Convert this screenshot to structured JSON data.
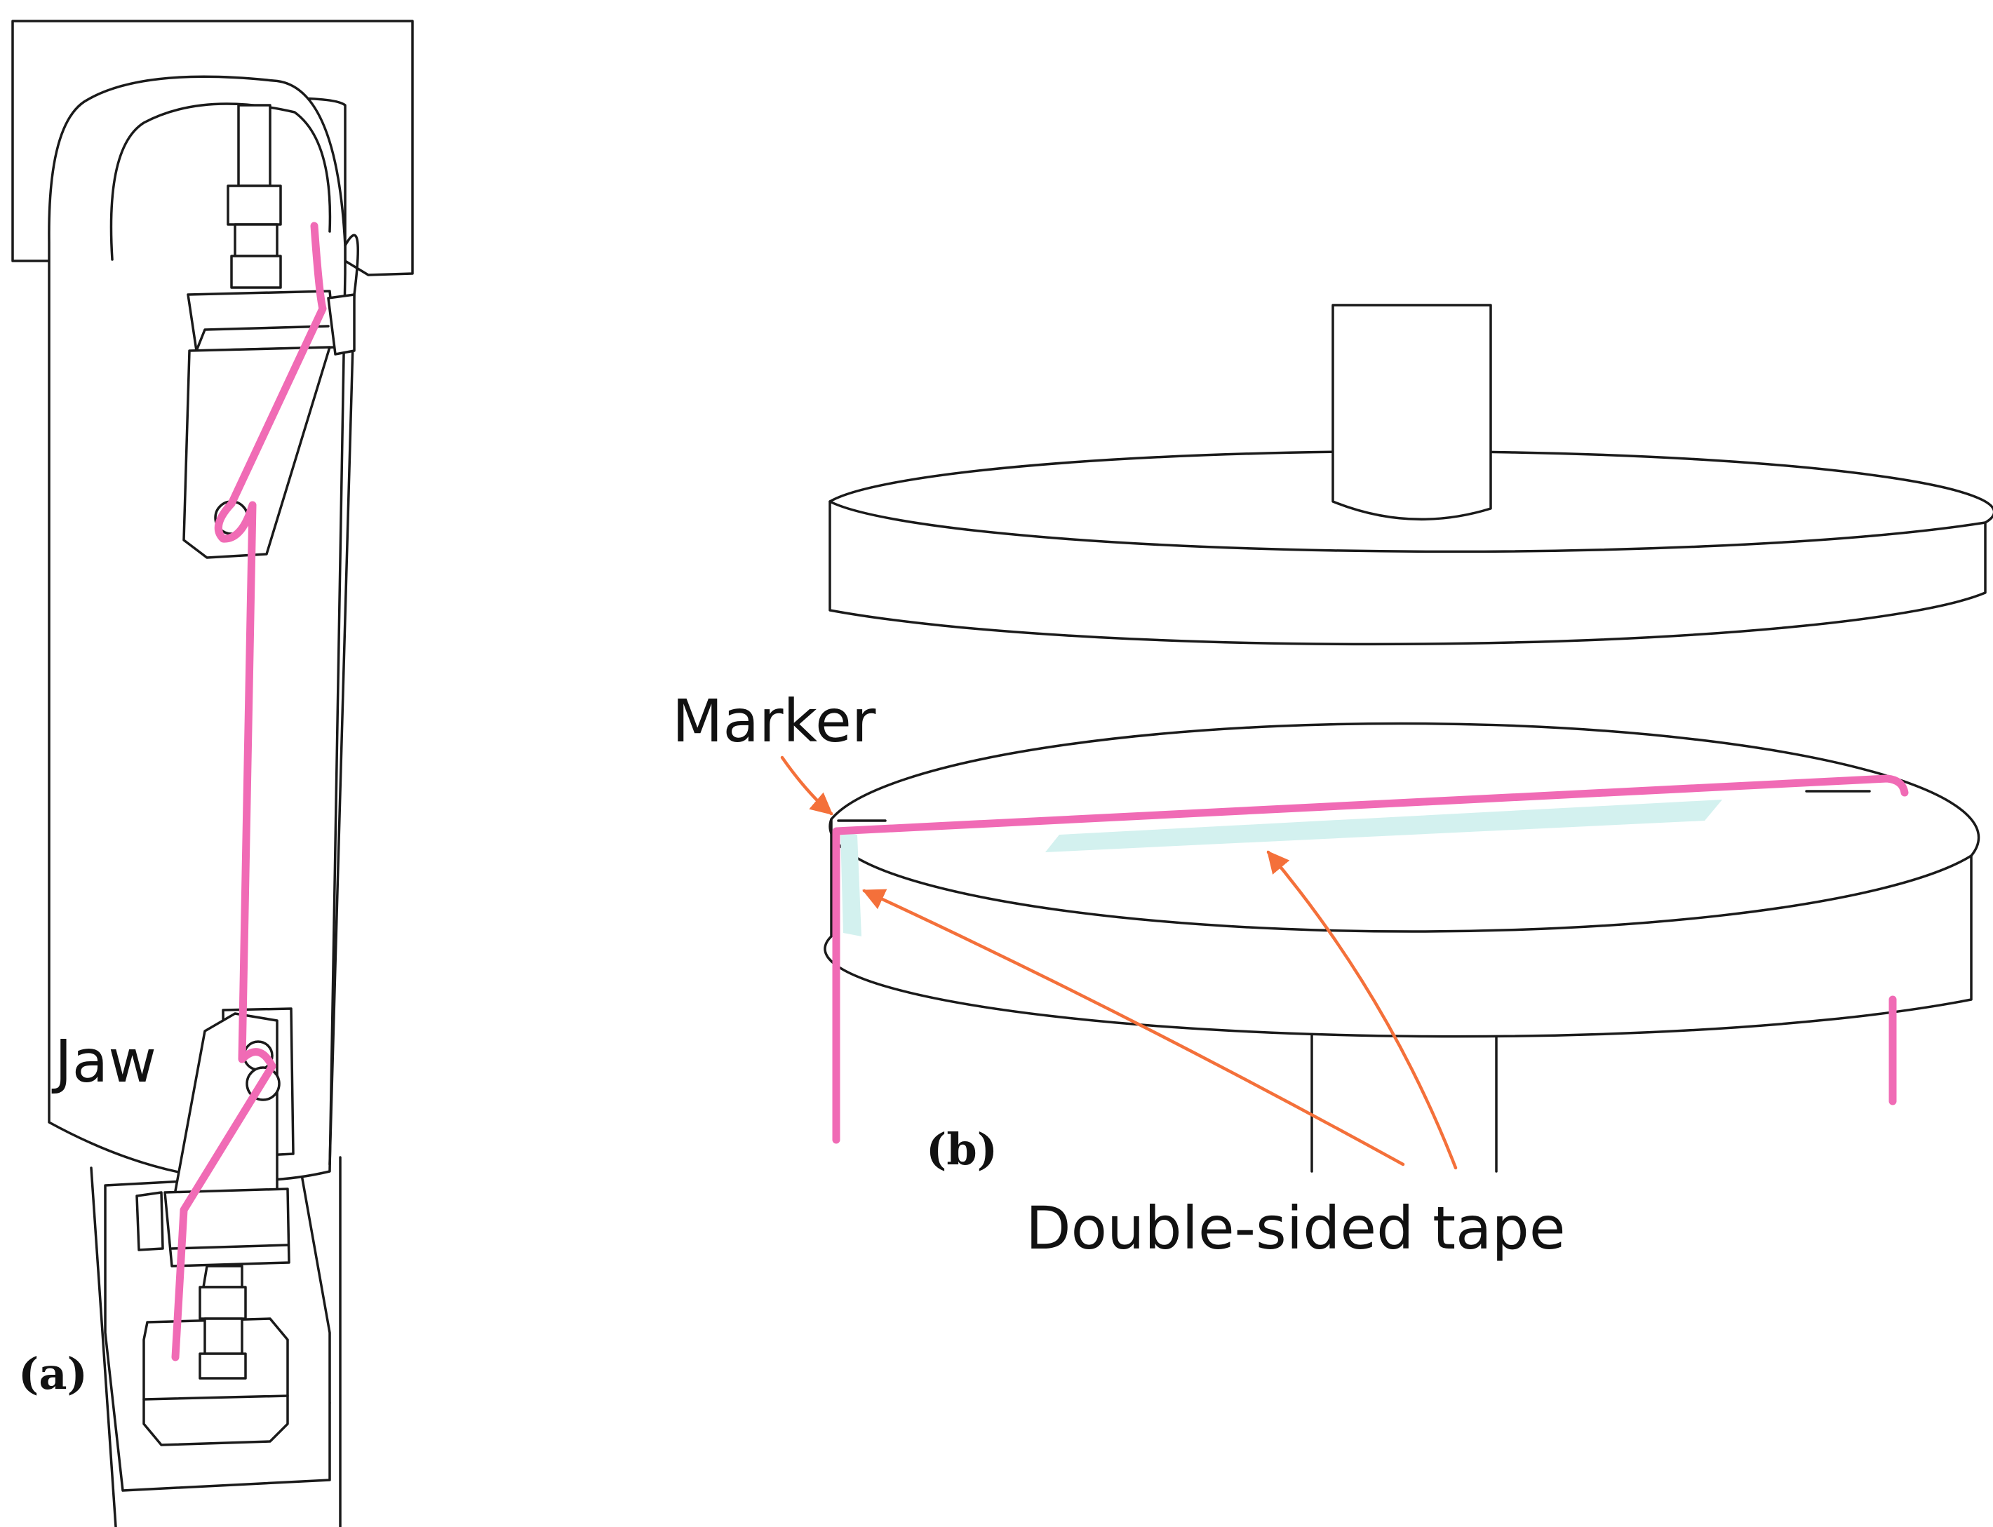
{
  "labels": {
    "jaw": "Jaw",
    "panel_a": "(a)",
    "marker": "Marker",
    "panel_b": "(b)",
    "tape": "Double-sided tape"
  },
  "colors": {
    "fiber": "#f06bb5",
    "tape": "#d3f1ef",
    "arrow": "#f4703a",
    "line": "#1a1a1a"
  }
}
